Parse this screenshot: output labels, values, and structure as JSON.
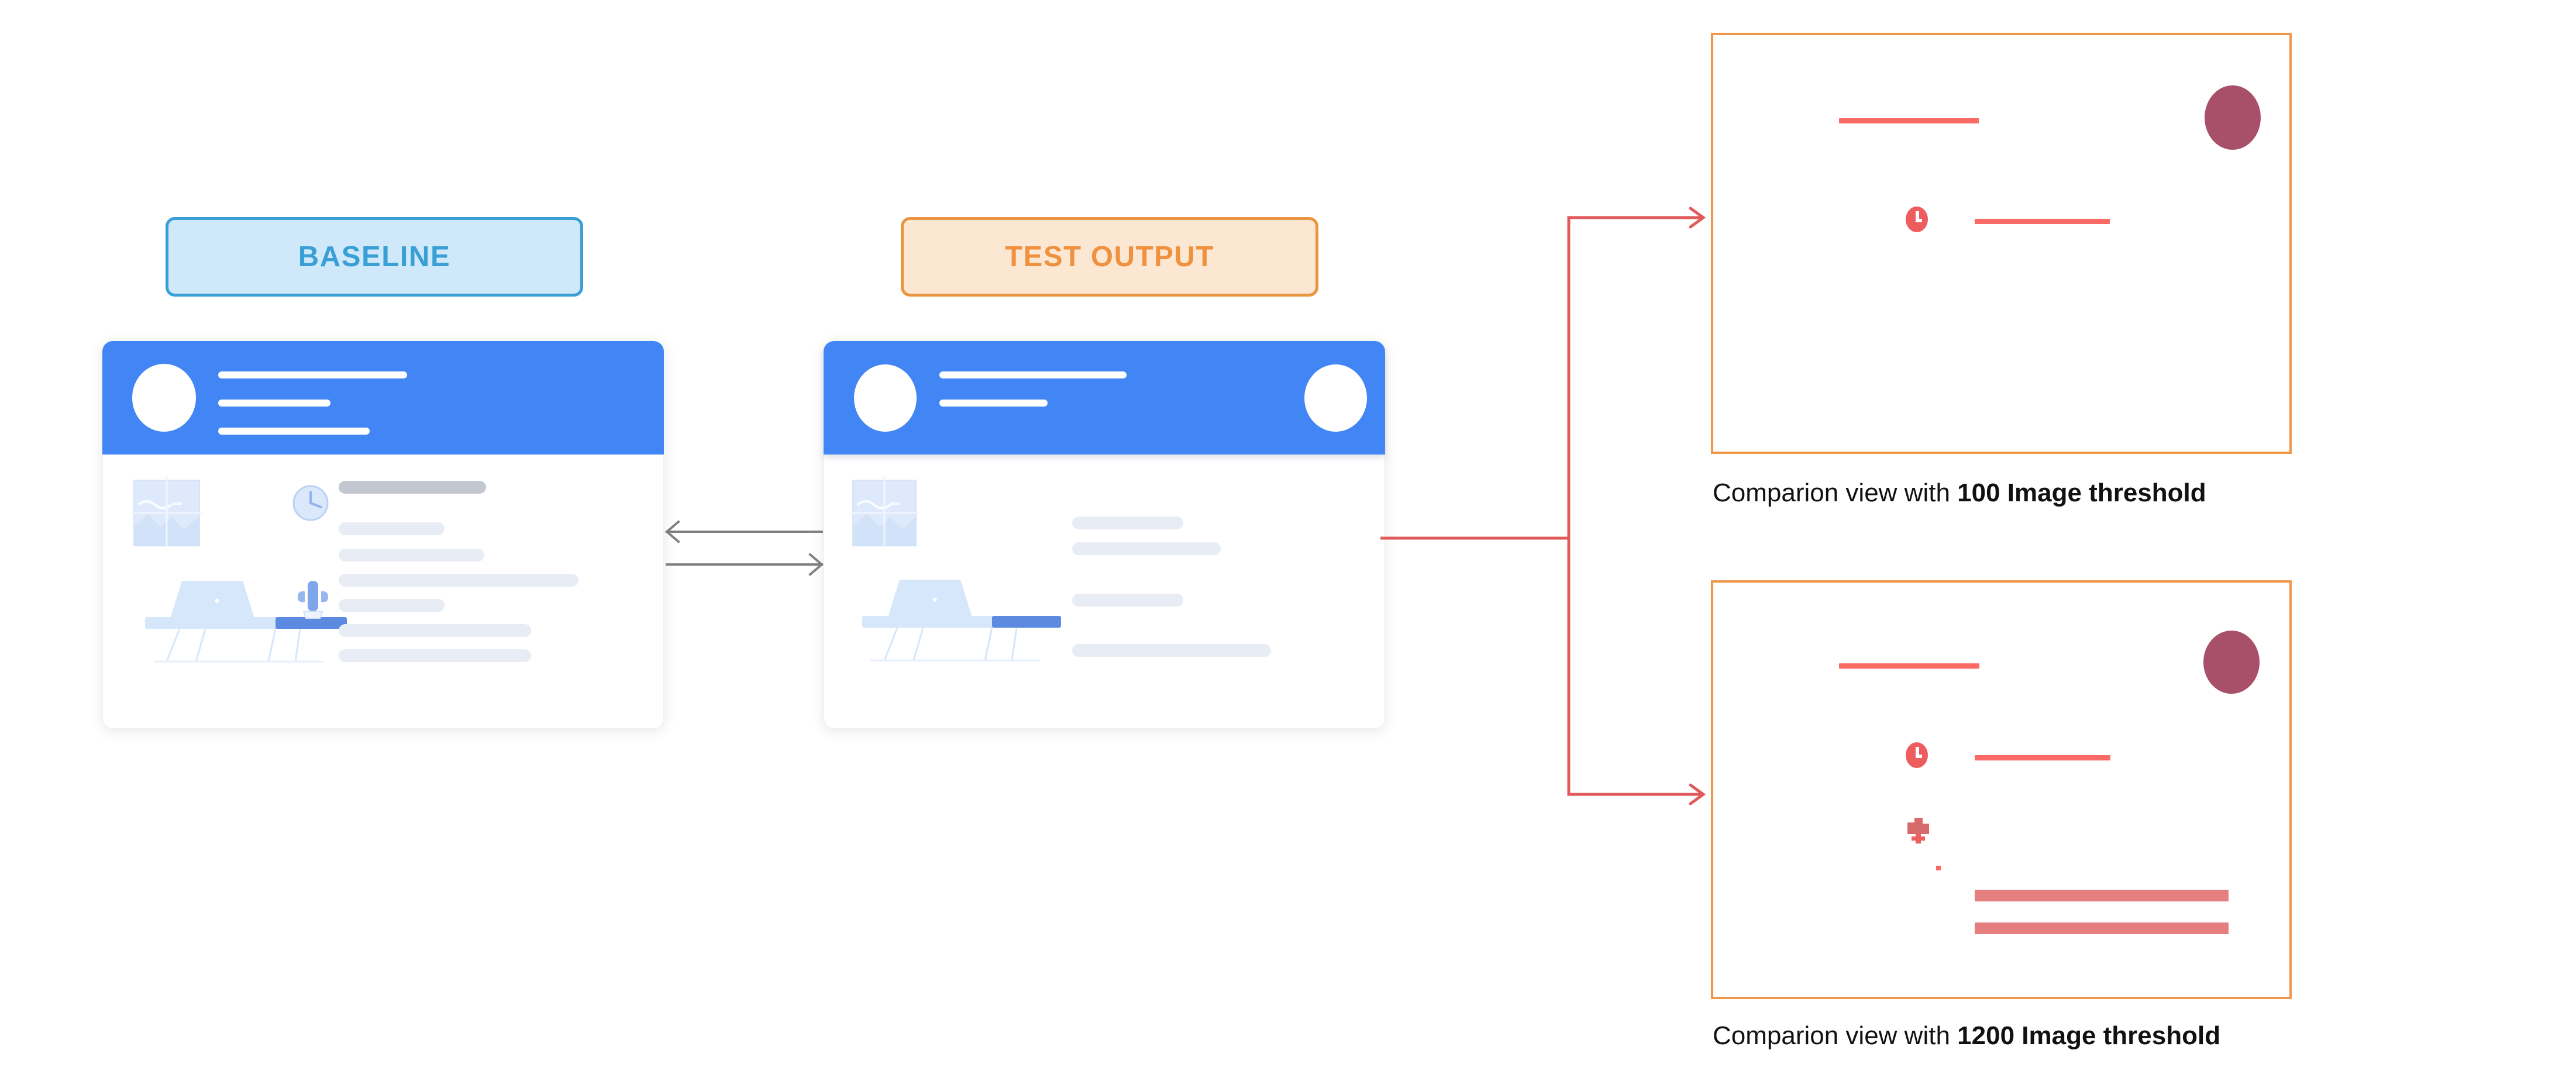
{
  "legend": {
    "baseline_label": "BASELINE",
    "test_label": "TEST OUTPUT",
    "baseline_color": "#3a9fd4",
    "baseline_fill": "#cfe9fb",
    "test_color": "#f0913f",
    "test_fill": "#fce7d3"
  },
  "cards": {
    "baseline": {
      "header_color": "#4285f4",
      "header_lines": 3,
      "avatars": 1,
      "skeleton_rows": 6,
      "illustration": "desk-with-laptop-window-clock-cactus"
    },
    "test": {
      "header_color": "#4285f4",
      "header_lines": 2,
      "avatars": 2,
      "skeleton_rows": 4,
      "illustration": "desk-with-laptop-window"
    }
  },
  "compare_arrows": {
    "color": "#808080",
    "top_direction": "left",
    "bottom_direction": "right"
  },
  "connector": {
    "color": "#e05a5a",
    "branch_count": 2
  },
  "panels": [
    {
      "id": "panel-100",
      "border_color": "#ef9749",
      "blob_color": "#a8506a",
      "diff_color": "#fc6a66",
      "caption_prefix": "Comparion view with ",
      "caption_strong": "100 Image threshold",
      "threshold": "100",
      "diff_marks": [
        "bar-top",
        "bar-middle",
        "clock-glyph",
        "blob"
      ]
    },
    {
      "id": "panel-1200",
      "border_color": "#ef9749",
      "blob_color": "#a8506a",
      "diff_color": "#fc6a66",
      "diff_color_thick": "#e57f7f",
      "caption_prefix": "Comparion view with ",
      "caption_strong": "1200 Image threshold",
      "threshold": "1200",
      "diff_marks": [
        "bar-top",
        "bar-middle",
        "clock-glyph",
        "cactus-glyph",
        "dot",
        "thick-bar-1",
        "thick-bar-2",
        "blob"
      ]
    }
  ]
}
